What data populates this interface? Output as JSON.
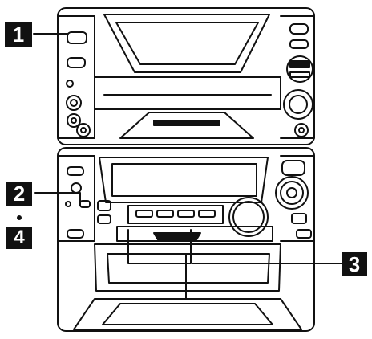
{
  "callouts": [
    {
      "id": "1",
      "label": "1"
    },
    {
      "id": "2",
      "label": "2"
    },
    {
      "id": "4",
      "label": "4"
    },
    {
      "id": "3",
      "label": "3"
    }
  ],
  "colors": {
    "line": "#111111",
    "fill": "#ffffff",
    "dark": "#111111",
    "midgray": "#9a9a9a"
  }
}
